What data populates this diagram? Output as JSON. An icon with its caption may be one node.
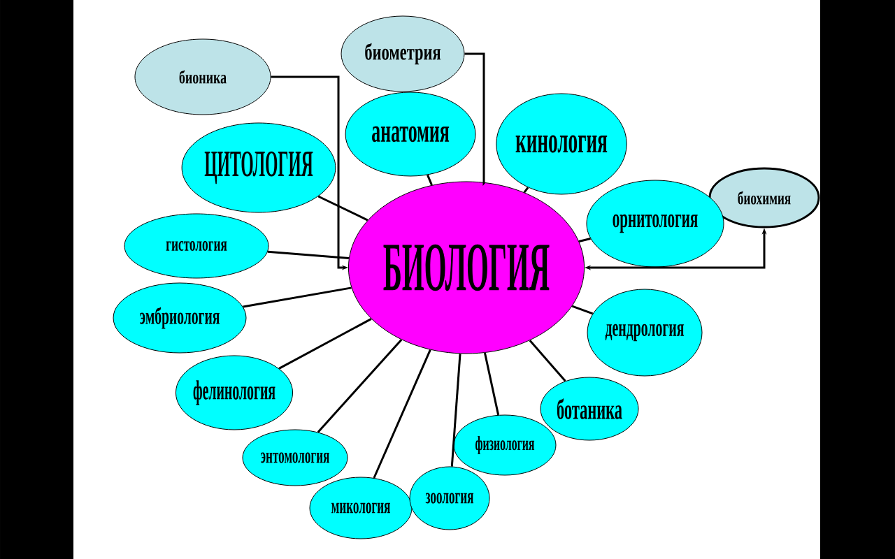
{
  "diagram": {
    "nodes": [
      {
        "text": [
          "БИОЛОГИЯ"
        ]
      },
      {
        "text": [
          "биометрия"
        ]
      },
      {
        "text": [
          "бионика"
        ]
      },
      {
        "text": [
          "анатомия"
        ]
      },
      {
        "text": [
          "кинология"
        ]
      },
      {
        "text": [
          "ЦИТОЛОГИЯ"
        ]
      },
      {
        "text": [
          "биохимия"
        ]
      },
      {
        "text": [
          "гистология"
        ]
      },
      {
        "text": [
          "орнитология"
        ]
      },
      {
        "text": [
          "эмбриология"
        ]
      },
      {
        "text": [
          "дендрология"
        ]
      },
      {
        "text": [
          "фелинология"
        ]
      },
      {
        "text": [
          "ботаника"
        ]
      },
      {
        "text": [
          "энтомология"
        ]
      },
      {
        "text": [
          "физиология"
        ]
      },
      {
        "text": [
          "микология"
        ]
      },
      {
        "text": [
          "зоология"
        ]
      }
    ],
    "edges": [
      {
        "from": 1,
        "to": 0,
        "arrow": "none"
      },
      {
        "from": 2,
        "to": 0,
        "arrow": "to"
      },
      {
        "from": 3,
        "to": 0,
        "arrow": "none"
      },
      {
        "from": 4,
        "to": 0,
        "arrow": "none"
      },
      {
        "from": 5,
        "to": 0,
        "arrow": "none"
      },
      {
        "from": 0,
        "to": 6,
        "arrow": "both"
      },
      {
        "from": 7,
        "to": 0,
        "arrow": "none"
      },
      {
        "from": 8,
        "to": 0,
        "arrow": "none"
      },
      {
        "from": 9,
        "to": 0,
        "arrow": "none"
      },
      {
        "from": 10,
        "to": 0,
        "arrow": "none"
      },
      {
        "from": 11,
        "to": 0,
        "arrow": "none"
      },
      {
        "from": 12,
        "to": 0,
        "arrow": "none"
      },
      {
        "from": 13,
        "to": 0,
        "arrow": "none"
      },
      {
        "from": 14,
        "to": 0,
        "arrow": "none"
      },
      {
        "from": 15,
        "to": 0,
        "arrow": "none"
      },
      {
        "from": 16,
        "to": 0,
        "arrow": "none"
      }
    ]
  }
}
